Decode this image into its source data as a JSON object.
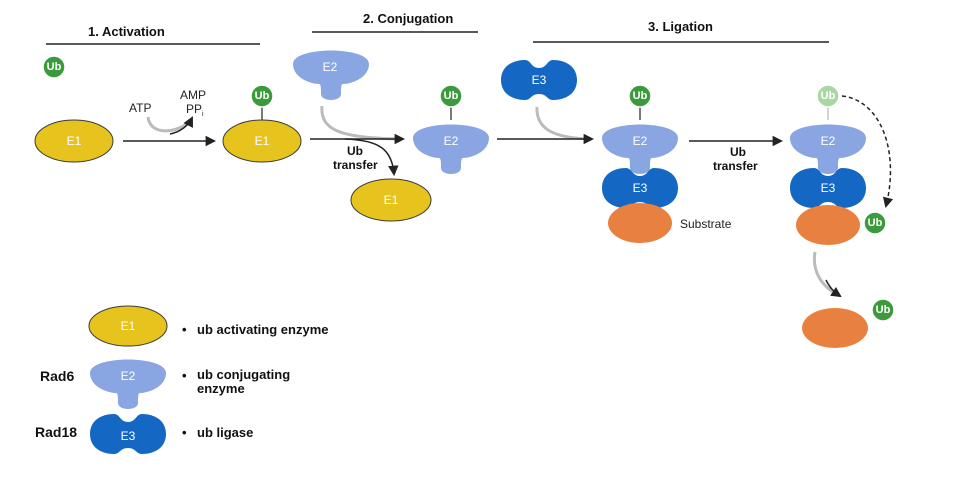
{
  "stages": {
    "activation": "1.  Activation",
    "conjugation": "2. Conjugation",
    "ligation": "3. Ligation"
  },
  "labels": {
    "ub": "Ub",
    "e1": "E1",
    "e2": "E2",
    "e3": "E3",
    "atp": "ATP",
    "amp": "AMP",
    "ppi_main": "PP",
    "ppi_sub": "i",
    "ub_transfer_line1": "Ub",
    "ub_transfer_line2": "transfer",
    "substrate": "Substrate"
  },
  "legend": {
    "e1_desc": "ub activating enzyme",
    "e2_desc_line1": "ub conjugating",
    "e2_desc_line2": "enzyme",
    "e3_desc": "ub ligase",
    "e2_name": "Rad6",
    "e3_name": "Rad18",
    "bullet": "•"
  },
  "colors": {
    "e1": "#e6c31d",
    "e2": "#8aa6e2",
    "e3": "#1468c4",
    "ub": "#3a9a3c",
    "ub_faded": "#a9d7a4",
    "substrate": "#e88040"
  }
}
